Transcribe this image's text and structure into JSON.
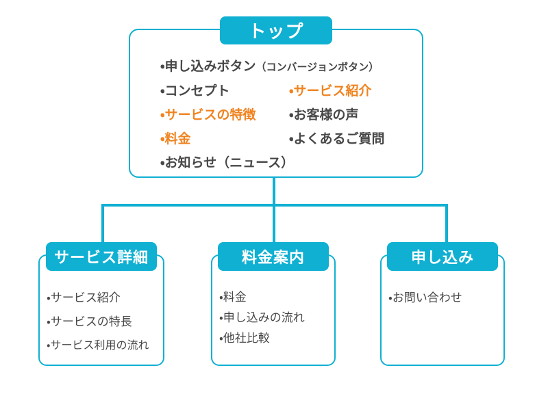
{
  "palette": {
    "accent_cyan": "#0fb0d2",
    "highlight_orange": "#f0831f",
    "text_dark": "#474747",
    "node_background": "#ffffff"
  },
  "top_node": {
    "title": "トップ",
    "first_item": {
      "text": "・申し込みボタン",
      "note": "（コンバージョンボタン）"
    },
    "left_column": [
      {
        "text": "・コンセプト",
        "highlight": false
      },
      {
        "text": "・サービスの特徴",
        "highlight": true
      },
      {
        "text": "・料金",
        "highlight": true
      },
      {
        "text": "・お知らせ（ニュース）",
        "highlight": false
      }
    ],
    "right_column": [
      {
        "text": "・サービス紹介",
        "highlight": true
      },
      {
        "text": "・お客様の声",
        "highlight": false
      },
      {
        "text": "・よくあるご質問",
        "highlight": false
      }
    ]
  },
  "child_nodes": [
    {
      "title": "サービス詳細",
      "items": [
        "・サービス紹介",
        "・サービスの特長",
        "・サービス利用の流れ"
      ]
    },
    {
      "title": "料金案内",
      "items": [
        "・料金",
        "・申し込みの流れ",
        "・他社比較"
      ]
    },
    {
      "title": "申し込み",
      "items": [
        "・お問い合わせ"
      ]
    }
  ]
}
